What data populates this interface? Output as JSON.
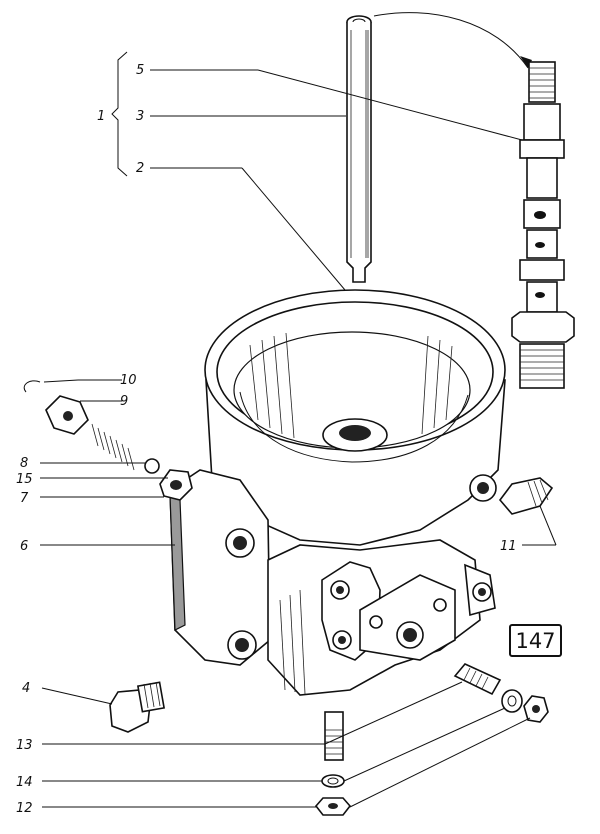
{
  "figure": {
    "page_number": "147",
    "callouts": [
      {
        "id": "c1",
        "text": "1"
      },
      {
        "id": "c2",
        "text": "2"
      },
      {
        "id": "c3",
        "text": "3"
      },
      {
        "id": "c4",
        "text": "4"
      },
      {
        "id": "c5",
        "text": "5"
      },
      {
        "id": "c6",
        "text": "6"
      },
      {
        "id": "c7",
        "text": "7"
      },
      {
        "id": "c8",
        "text": "8"
      },
      {
        "id": "c9",
        "text": "9"
      },
      {
        "id": "c10",
        "text": "10"
      },
      {
        "id": "c11",
        "text": "11"
      },
      {
        "id": "c12",
        "text": "12"
      },
      {
        "id": "c13",
        "text": "13"
      },
      {
        "id": "c14",
        "text": "14"
      },
      {
        "id": "c15",
        "text": "15"
      }
    ]
  }
}
